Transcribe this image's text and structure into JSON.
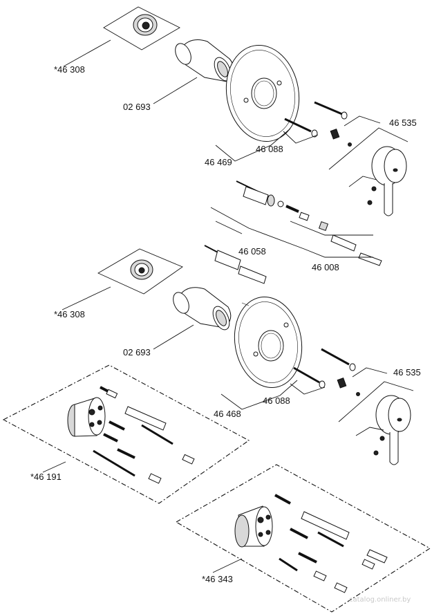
{
  "labels": {
    "l46308_top": "*46 308",
    "l02693_top": "02 693",
    "l46469": "46 469",
    "l46088_top": "46 088",
    "l46535_top": "46 535",
    "l46058": "46 058",
    "l46008": "46 008",
    "l46308_bot": "*46 308",
    "l02693_bot": "02 693",
    "l46468": "46 468",
    "l46088_bot": "46 088",
    "l46535_bot": "46 535",
    "l46191": "*46 191",
    "l46343": "*46 343"
  },
  "watermark": "catalog.onliner.by"
}
